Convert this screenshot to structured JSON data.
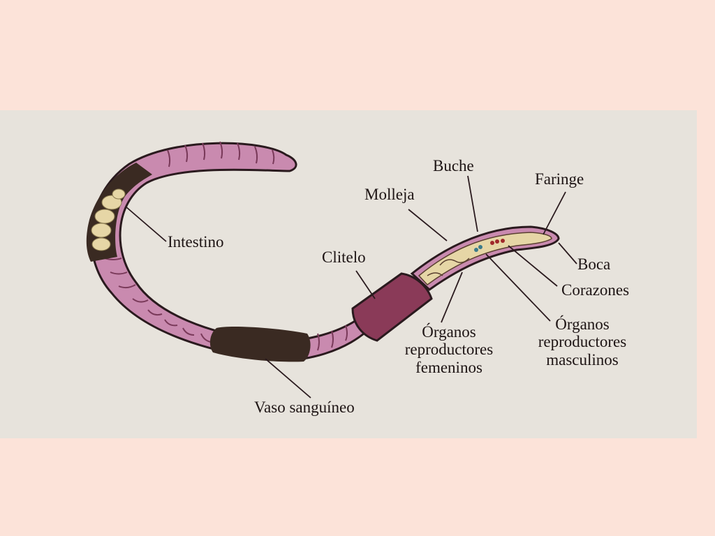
{
  "labels": {
    "intestino": "Intestino",
    "vaso": "Vaso sanguíneo",
    "clitelo": "Clitelo",
    "molleja": "Molleja",
    "buche": "Buche",
    "faringe": "Faringe",
    "boca": "Boca",
    "corazones": "Corazones",
    "org_fem": [
      "Órganos",
      "reproductores",
      "femeninos"
    ],
    "org_masc": [
      "Órganos",
      "reproductores",
      "masculinos"
    ]
  },
  "colors": {
    "background": "#fce3d9",
    "panel": "#e7e3dc",
    "worm_body": "#c98aaf",
    "clitellum": "#8a3a58",
    "intestine": "#3a2a22",
    "organs": "#e6d6a6",
    "outline": "#2a1a1e"
  }
}
